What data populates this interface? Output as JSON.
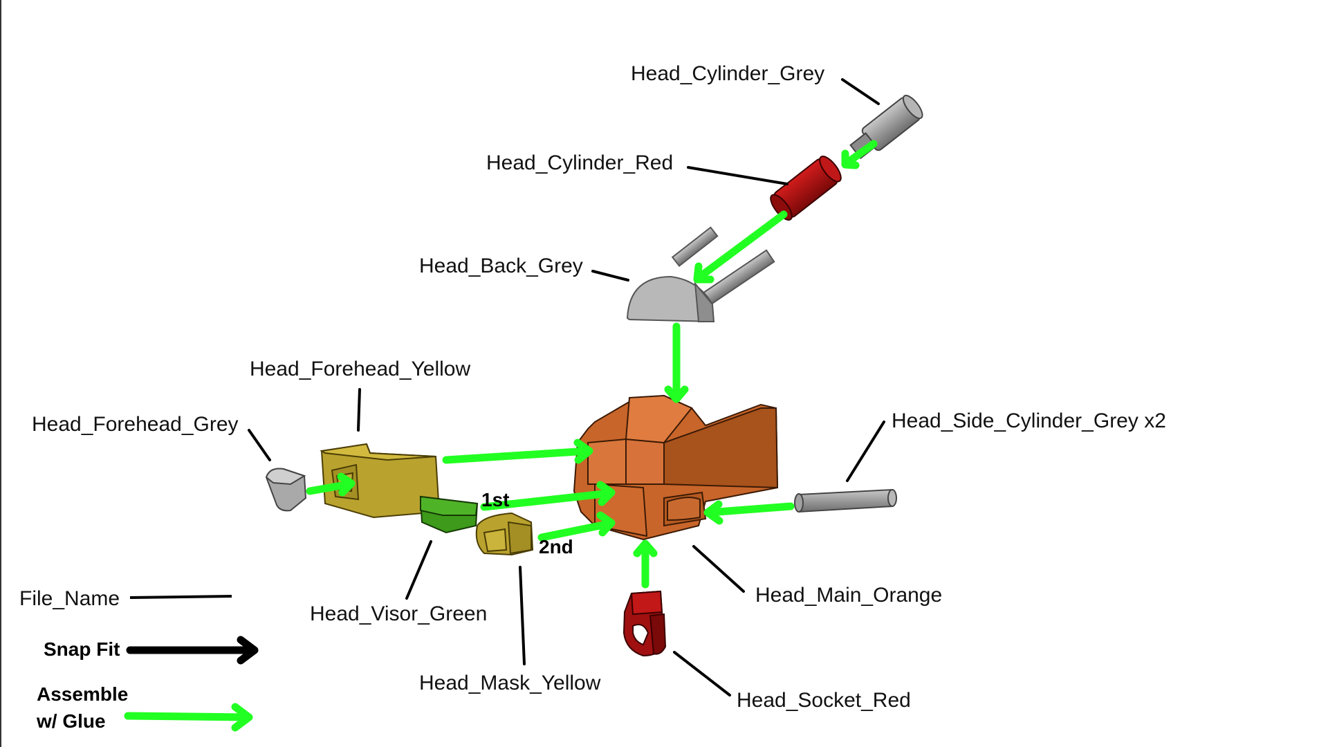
{
  "parts": {
    "cylinder_grey": "Head_Cylinder_Grey",
    "cylinder_red": "Head_Cylinder_Red",
    "back_grey": "Head_Back_Grey",
    "forehead_yellow": "Head_Forehead_Yellow",
    "forehead_grey": "Head_Forehead_Grey",
    "side_cylinder_grey": "Head_Side_Cylinder_Grey x2",
    "main_orange": "Head_Main_Orange",
    "visor_green": "Head_Visor_Green",
    "mask_yellow": "Head_Mask_Yellow",
    "socket_red": "Head_Socket_Red"
  },
  "steps": {
    "first": "1st",
    "second": "2nd"
  },
  "legend": {
    "file_name": "File_Name",
    "snap_fit": "Snap Fit",
    "glue_line1": "Assemble",
    "glue_line2": "w/ Glue"
  },
  "colors": {
    "glue_arrow": "#22ff22",
    "snap_arrow": "#000000",
    "orange": "#c8652a",
    "yellow": "#b9a22e",
    "green": "#3d9a1a",
    "red": "#a01010",
    "grey": "#9a9a9a"
  }
}
